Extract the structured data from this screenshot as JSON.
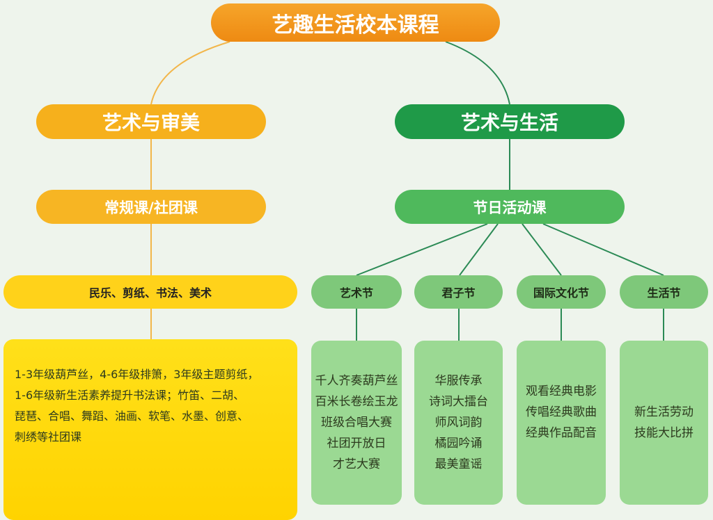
{
  "root": {
    "title": "艺趣生活校本课程"
  },
  "left": {
    "title": "艺术与审美",
    "sub": "常规课/社团课",
    "category": "民乐、剪纸、书法、美术",
    "detail_lines": [
      "1-3年级葫芦丝，4-6年级排箫，3年级主题剪纸，",
      "1-6年级新生活素养提升书法课；竹笛、二胡、",
      "琵琶、合唱、舞蹈、油画、软笔、水墨、创意、",
      "刺绣等社团课"
    ]
  },
  "right": {
    "title": "艺术与生活",
    "sub": "节日活动课",
    "festivals": [
      {
        "name": "艺术节",
        "items": [
          "千人齐奏葫芦丝",
          "百米长卷绘玉龙",
          "班级合唱大赛",
          "社团开放日",
          "才艺大赛"
        ]
      },
      {
        "name": "君子节",
        "items": [
          "华服传承",
          "诗词大擂台",
          "师风词韵",
          "橘园吟诵",
          "最美童谣"
        ]
      },
      {
        "name": "国际文化节",
        "items": [
          "观看经典电影",
          "传唱经典歌曲",
          "经典作品配音"
        ]
      },
      {
        "name": "生活节",
        "items": [
          "新生活劳动",
          "技能大比拼"
        ]
      }
    ]
  },
  "colors": {
    "orange": "#f2961c",
    "amber": "#f6b01c",
    "yellow": "#ffd50f",
    "dark_green": "#1f9a48",
    "mid_green": "#4fb95c",
    "light_green": "#7ec87a",
    "pale_green": "#9bd993"
  }
}
